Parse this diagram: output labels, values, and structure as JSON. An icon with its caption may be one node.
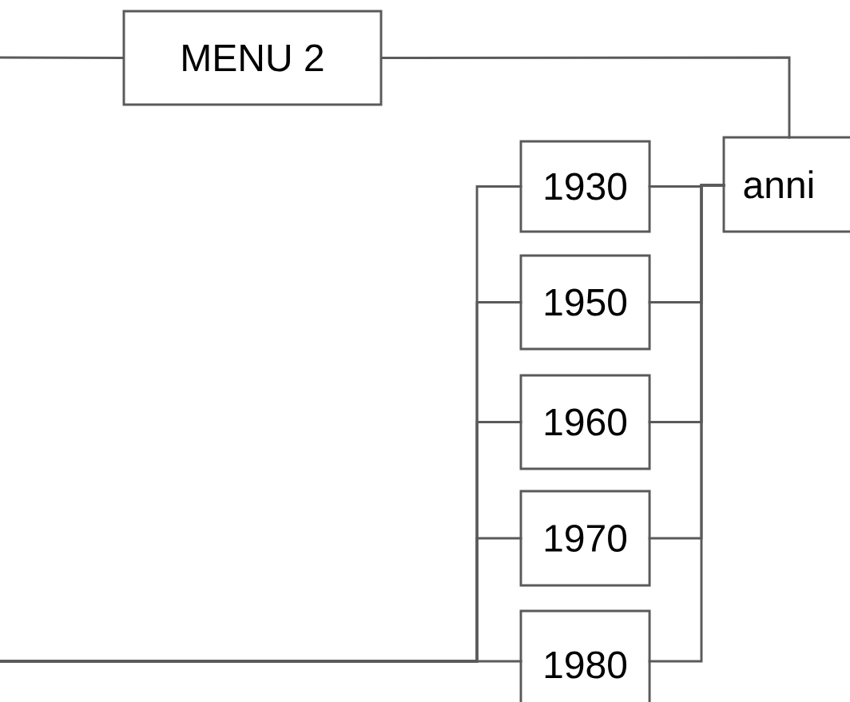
{
  "diagram": {
    "nodes": [
      {
        "text": [
          "MENU 2"
        ]
      },
      {
        "text": [
          "anni"
        ]
      },
      {
        "text": [
          "1930"
        ]
      },
      {
        "text": [
          "1950"
        ]
      },
      {
        "text": [
          "1960"
        ]
      },
      {
        "text": [
          "1970"
        ]
      },
      {
        "text": [
          "1980"
        ]
      }
    ],
    "edges": [
      {
        "from": null,
        "to": 0,
        "arrow": "none"
      },
      {
        "from": 0,
        "to": 1,
        "arrow": "none"
      },
      {
        "from": 1,
        "to": 2,
        "arrow": "none"
      },
      {
        "from": 1,
        "to": 3,
        "arrow": "none"
      },
      {
        "from": 1,
        "to": 4,
        "arrow": "none"
      },
      {
        "from": 1,
        "to": 5,
        "arrow": "none"
      },
      {
        "from": 1,
        "to": 6,
        "arrow": "none"
      },
      {
        "from": null,
        "to": 2,
        "arrow": "none"
      },
      {
        "from": null,
        "to": 3,
        "arrow": "none"
      },
      {
        "from": null,
        "to": 4,
        "arrow": "none"
      },
      {
        "from": null,
        "to": 5,
        "arrow": "none"
      },
      {
        "from": null,
        "to": 6,
        "arrow": "none"
      }
    ]
  }
}
